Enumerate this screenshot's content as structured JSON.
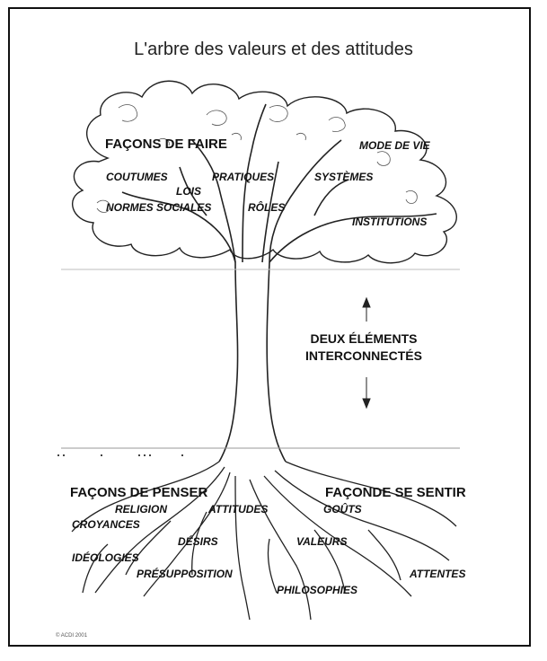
{
  "title": "L'arbre des valeurs et des attitudes",
  "crown": {
    "heading_left": "FAÇONS DE FAIRE",
    "heading_right": "MODE DE VIE",
    "items": {
      "coutumes": "COUTUMES",
      "pratiques": "PRATIQUES",
      "systemes": "SYSTÈMES",
      "lois": "LOIS",
      "normes": "NORMES SOCIALES",
      "roles": "RÔLES",
      "institutions": "INSTITUTIONS"
    }
  },
  "trunk": {
    "line1": "DEUX ÉLÉMENTS",
    "line2": "INTERCONNECTÉS"
  },
  "roots": {
    "heading_left": "FAÇONS DE PENSER",
    "heading_right": "FAÇONDE SE SENTIR",
    "items": {
      "religion": "RELIGION",
      "attitudes": "ATTITUDES",
      "gouts": "GOÛTS",
      "croyances": "CROYANCES",
      "desirs": "DÉSIRS",
      "valeurs": "VALEURS",
      "ideologies": "IDÉOLOGIES",
      "presupposition": "PRÉSUPPOSITION",
      "attentes": "ATTENTES",
      "philosophies": "PHILOSOPHIES"
    }
  },
  "copyright": "© ACDI 2001"
}
